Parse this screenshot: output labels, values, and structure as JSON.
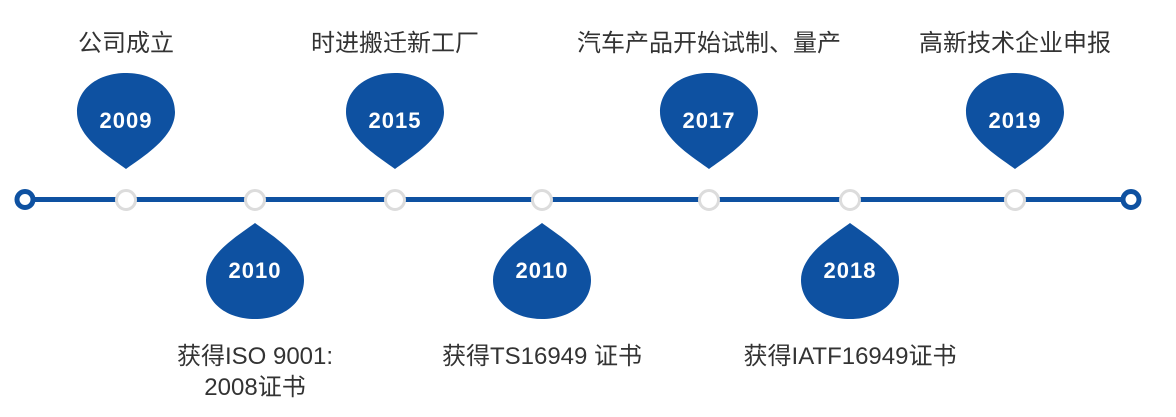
{
  "page": {
    "background_color": "#ffffff"
  },
  "timeline": {
    "type": "horizontal-milestone-timeline",
    "line_color": "#0e51a1",
    "drop_color": "#0e51a1",
    "node_border_color": "#dcdcdc",
    "endpoint_ring_color": "#0e51a1",
    "label_color": "#333333",
    "year_text_color": "#ffffff"
  },
  "milestones": [
    {
      "year": "2009",
      "position": "above",
      "label_lines": [
        "公司成立"
      ]
    },
    {
      "year": "2010",
      "position": "below",
      "label_lines": [
        "获得ISO 9001:",
        "2008证书"
      ]
    },
    {
      "year": "2015",
      "position": "above",
      "label_lines": [
        "时进搬迁新工厂"
      ]
    },
    {
      "year": "2010",
      "position": "below",
      "label_lines": [
        "获得TS16949 证书"
      ]
    },
    {
      "year": "2017",
      "position": "above",
      "label_lines": [
        "汽车产品开始试制、量产"
      ]
    },
    {
      "year": "2018",
      "position": "below",
      "label_lines": [
        "获得IATF16949证书"
      ]
    },
    {
      "year": "2019",
      "position": "above",
      "label_lines": [
        "高新技术企业申报"
      ]
    }
  ]
}
